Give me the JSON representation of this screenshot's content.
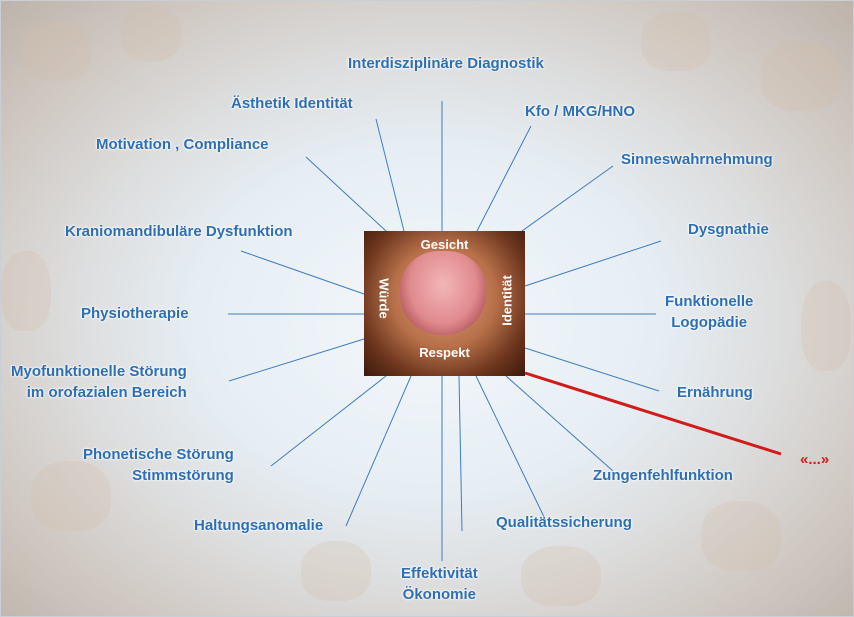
{
  "center": {
    "top": "Gesicht",
    "bottom": "Respekt",
    "left": "Würde",
    "right": "Identität"
  },
  "labels": {
    "interdisziplinaer": "Interdisziplinäre Diagnostik",
    "aesthetik": "Ästhetik Identität",
    "kfo": "Kfo / MKG/HNO",
    "motivation": "Motivation , Compliance",
    "sinnes": "Sinneswahrnehmung",
    "kranio": "Kraniomandibuläre Dysfunktion",
    "dysgnathie": "Dysgnathie",
    "physio": "Physiotherapie",
    "funktionelle_1": "Funktionelle",
    "funktionelle_2": "Logopädie",
    "myo_1": "Myofunktionelle Störung",
    "myo_2": "im orofazialen Bereich",
    "ernaehrung": "Ernährung",
    "phonetisch_1": "Phonetische Störung",
    "phonetisch_2": "Stimmstörung",
    "zungen": "Zungenfehlfunktion",
    "haltung": "Haltungsanomalie",
    "qualitaet": "Qualitätssicherung",
    "effektiv_1": "Effektivität",
    "effektiv_2": "Ökonomie",
    "etc": "«...»"
  },
  "colors": {
    "label": "#2e6fb4",
    "line": "#3f7cc0",
    "highlight": "#d11b1b"
  }
}
